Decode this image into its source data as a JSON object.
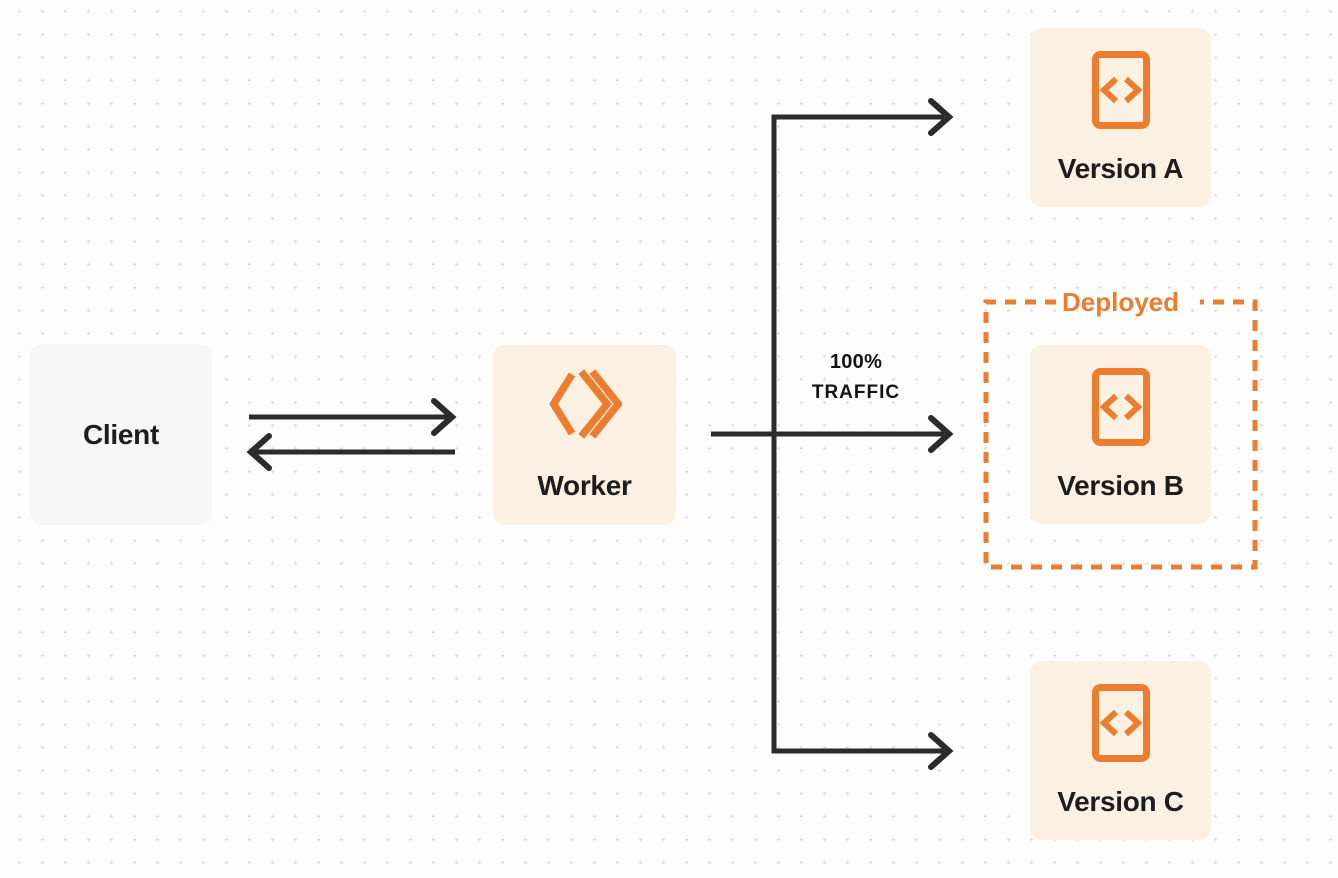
{
  "diagram": {
    "title": "Worker gradual deployment traffic routing",
    "nodes": {
      "client": {
        "label": "Client",
        "icon": null
      },
      "worker": {
        "label": "Worker",
        "icon": "cloudflare-workers-icon"
      },
      "version_a": {
        "label": "Version A",
        "icon": "code-file-icon"
      },
      "version_b": {
        "label": "Version B",
        "icon": "code-file-icon"
      },
      "version_c": {
        "label": "Version C",
        "icon": "code-file-icon"
      }
    },
    "annotations": {
      "deployed_label": "Deployed",
      "traffic_line1": "100%",
      "traffic_line2": "TRAFFIC"
    },
    "edges": [
      {
        "from": "client",
        "to": "worker",
        "style": "arrow-right"
      },
      {
        "from": "worker",
        "to": "client",
        "style": "arrow-left"
      },
      {
        "from": "worker",
        "to": "version_a",
        "style": "arrow-branch"
      },
      {
        "from": "worker",
        "to": "version_b",
        "style": "arrow-straight",
        "label": "100% TRAFFIC"
      },
      {
        "from": "worker",
        "to": "version_c",
        "style": "arrow-branch"
      }
    ],
    "colors": {
      "accent_orange": "#ED7D2E",
      "node_cream_bg": "#FCF0E2",
      "client_gray_bg": "#F6F6F7",
      "arrow_dark": "#2B2B2D",
      "label_text": "#1D1D1F",
      "canvas_bg": "#FDFDFD",
      "dot_grid": "#E1E1E5"
    }
  }
}
